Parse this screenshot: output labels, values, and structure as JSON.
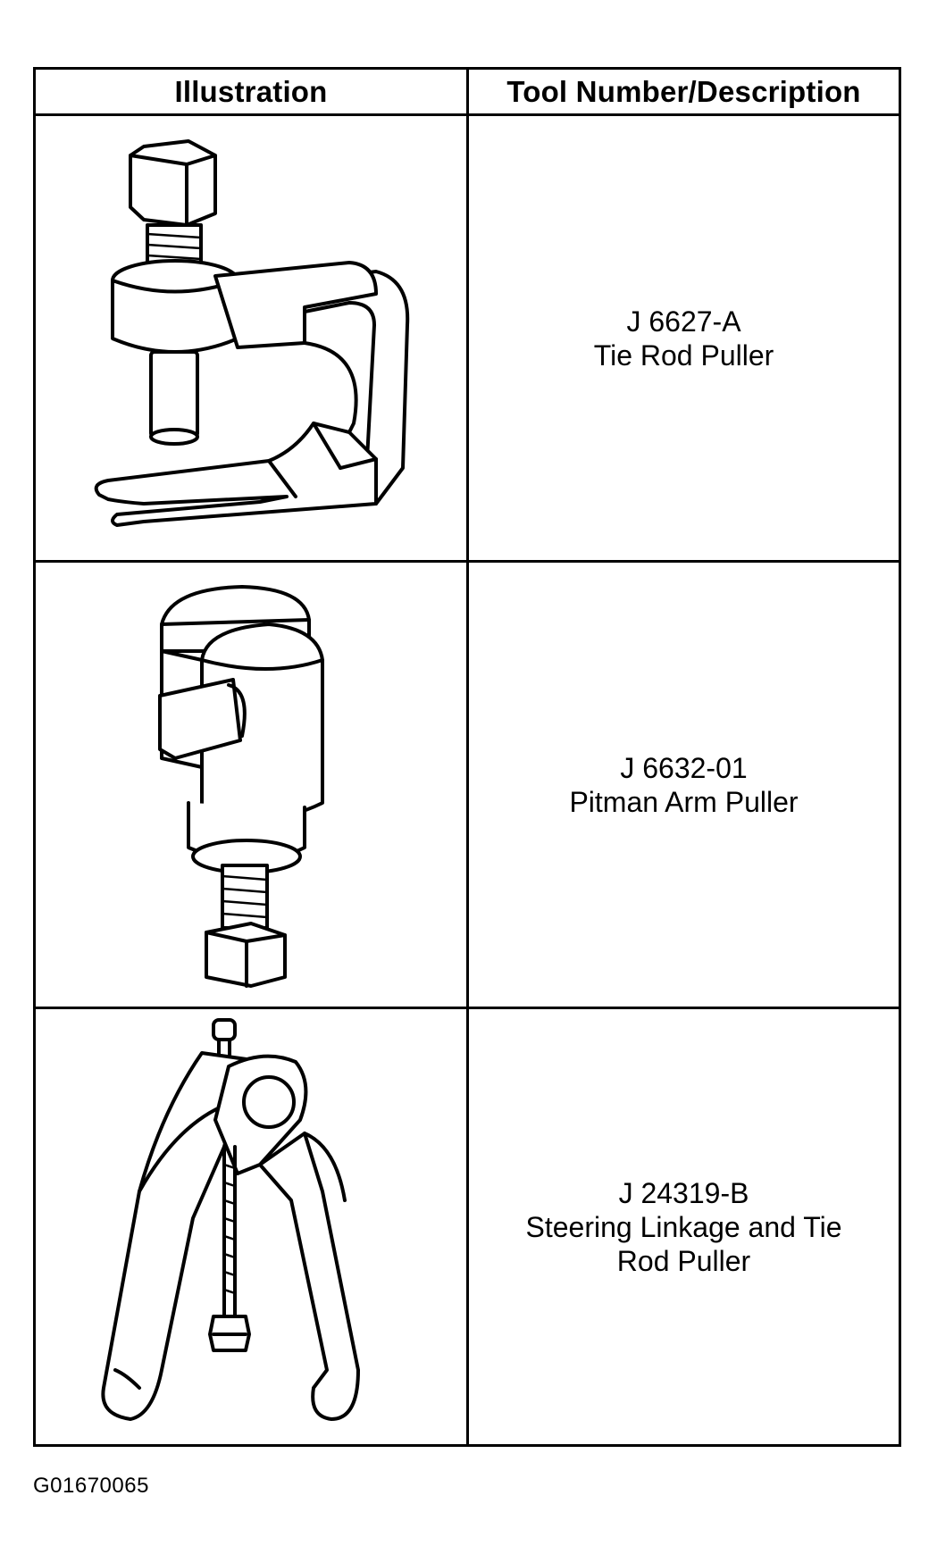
{
  "table": {
    "headers": {
      "illustration": "Illustration",
      "tool": "Tool Number/Description"
    },
    "rows": [
      {
        "number": "J 6627-A",
        "description": "Tie Rod Puller",
        "icon": "tie-rod-puller-icon"
      },
      {
        "number": "J 6632-01",
        "description": "Pitman Arm Puller",
        "icon": "pitman-arm-puller-icon"
      },
      {
        "number": "J 24319-B",
        "description": "Steering Linkage and Tie Rod Puller",
        "icon": "steering-linkage-puller-icon"
      }
    ]
  },
  "figure_id": "G01670065"
}
